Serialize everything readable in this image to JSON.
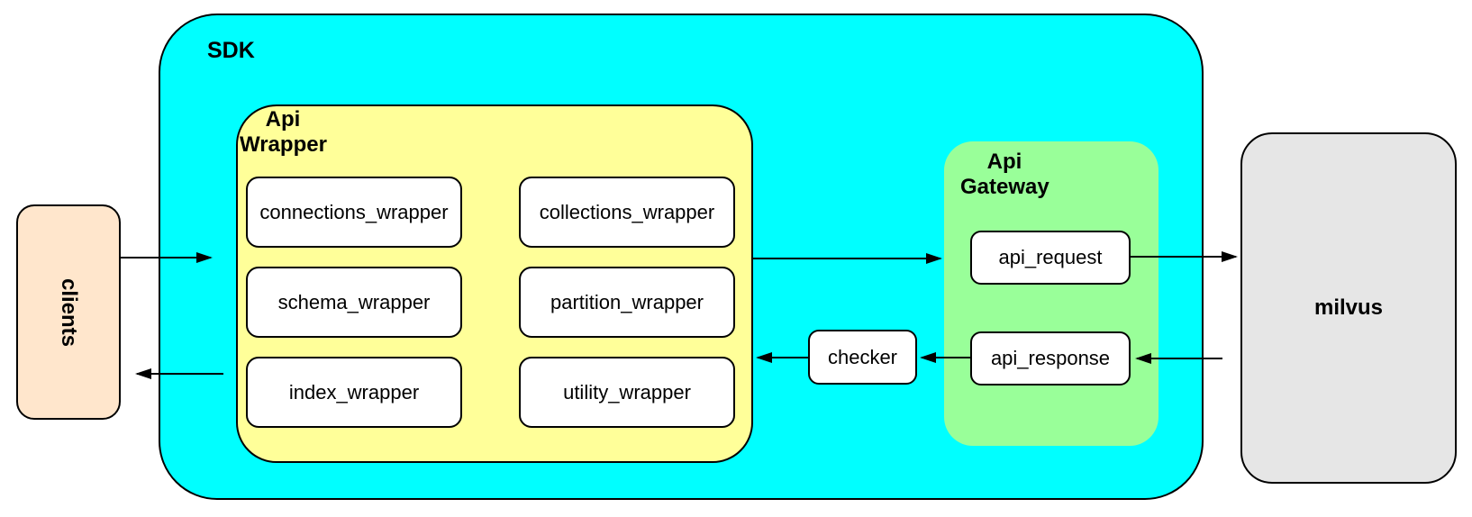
{
  "nodes": {
    "clients": {
      "label": "clients"
    },
    "sdk": {
      "label": "SDK"
    },
    "api_wrapper": {
      "label": "Api\nWrapper",
      "boxes": [
        {
          "label": "connections_wrapper"
        },
        {
          "label": "collections_wrapper"
        },
        {
          "label": "schema_wrapper"
        },
        {
          "label": "partition_wrapper"
        },
        {
          "label": "index_wrapper"
        },
        {
          "label": "utility_wrapper"
        }
      ]
    },
    "checker": {
      "label": "checker"
    },
    "api_gateway": {
      "label": "Api\nGateway",
      "request": {
        "label": "api_request"
      },
      "response": {
        "label": "api_response"
      }
    },
    "milvus": {
      "label": "milvus"
    }
  },
  "colors": {
    "sdk_fill": "#00FFFF",
    "api_wrapper_fill": "#FFFF99",
    "api_gateway_fill": "#99FF99",
    "clients_fill": "#FFE6CC",
    "milvus_fill": "#E6E6E6",
    "box_fill": "#FFFFFF",
    "stroke": "#000000"
  }
}
